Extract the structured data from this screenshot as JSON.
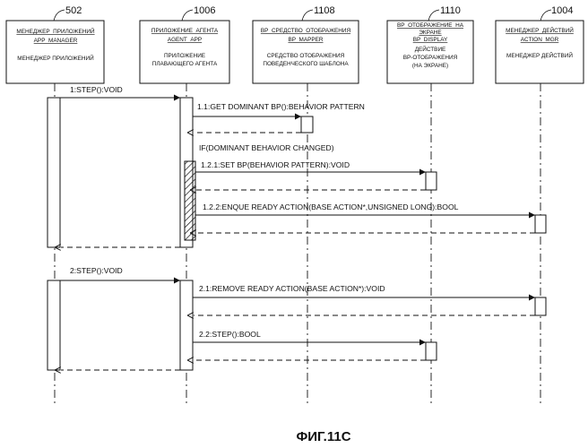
{
  "participants": [
    {
      "id": "app_manager",
      "ref": "502",
      "lines": [
        "МЕНЕДЖЕР_ПРИЛОЖЕНИЙ",
        "APP_MANAGER",
        "",
        "МЕНЕДЖЕР ПРИЛОЖЕНИЙ"
      ],
      "underline": [
        0,
        1
      ]
    },
    {
      "id": "agent_app",
      "ref": "1006",
      "lines": [
        "ПРИЛОЖЕНИЕ_АГЕНТА",
        "AGENT_APP",
        "",
        "ПРИЛОЖЕНИЕ",
        "ПЛАВАЮЩЕГО АГЕНТА"
      ],
      "underline": [
        0,
        1
      ]
    },
    {
      "id": "bp_mapper",
      "ref": "1108",
      "lines": [
        "BP_СРЕДСТВО_ОТОБРАЖЕНИЯ",
        "BP_MAPPER",
        "",
        "СРЕДСТВО ОТОБРАЖЕНИЯ",
        "ПОВЕДЕНЧЕСКОГО ШАБЛОНА"
      ],
      "underline": [
        0,
        1
      ]
    },
    {
      "id": "bp_display",
      "ref": "1110",
      "lines": [
        "BP_ОТОБРАЖЕНИЕ_НА",
        "ЭКРАНЕ",
        "BP_DISPLAY",
        "ДЕЙСТВИЕ",
        "BP-ОТОБРАЖЕНИЯ",
        "(НА ЭКРАНЕ)"
      ],
      "underline": [
        0,
        1,
        2
      ]
    },
    {
      "id": "action_mgr",
      "ref": "1004",
      "lines": [
        "МЕНЕДЖЕР_ДЕЙСТВИЙ",
        "ACTION_MGR",
        "",
        "МЕНЕДЖЕР ДЕЙСТВИЙ"
      ],
      "underline": [
        0,
        1
      ]
    }
  ],
  "messages": [
    {
      "id": "m1",
      "label": "1:STEP():VOID"
    },
    {
      "id": "m1_1",
      "label": "1.1:GET DOMINANT BP():BEHAVIOR PATTERN"
    },
    {
      "id": "guard",
      "label": "IF(DOMINANT BEHAVIOR CHANGED)"
    },
    {
      "id": "m1_2_1",
      "label": "1.2.1:SET BP(BEHAVIOR PATTERN):VOID"
    },
    {
      "id": "m1_2_2",
      "label": "1.2.2:ENQUE READY ACTION(BASE ACTION*,UNSIGNED LONG):BOOL"
    },
    {
      "id": "m2",
      "label": "2:STEP():VOID"
    },
    {
      "id": "m2_1",
      "label": "2.1:REMOVE READY ACTION(BASE ACTION*):VOID"
    },
    {
      "id": "m2_2",
      "label": "2.2:STEP():BOOL"
    }
  ],
  "figure_title": "ФИГ.11С"
}
